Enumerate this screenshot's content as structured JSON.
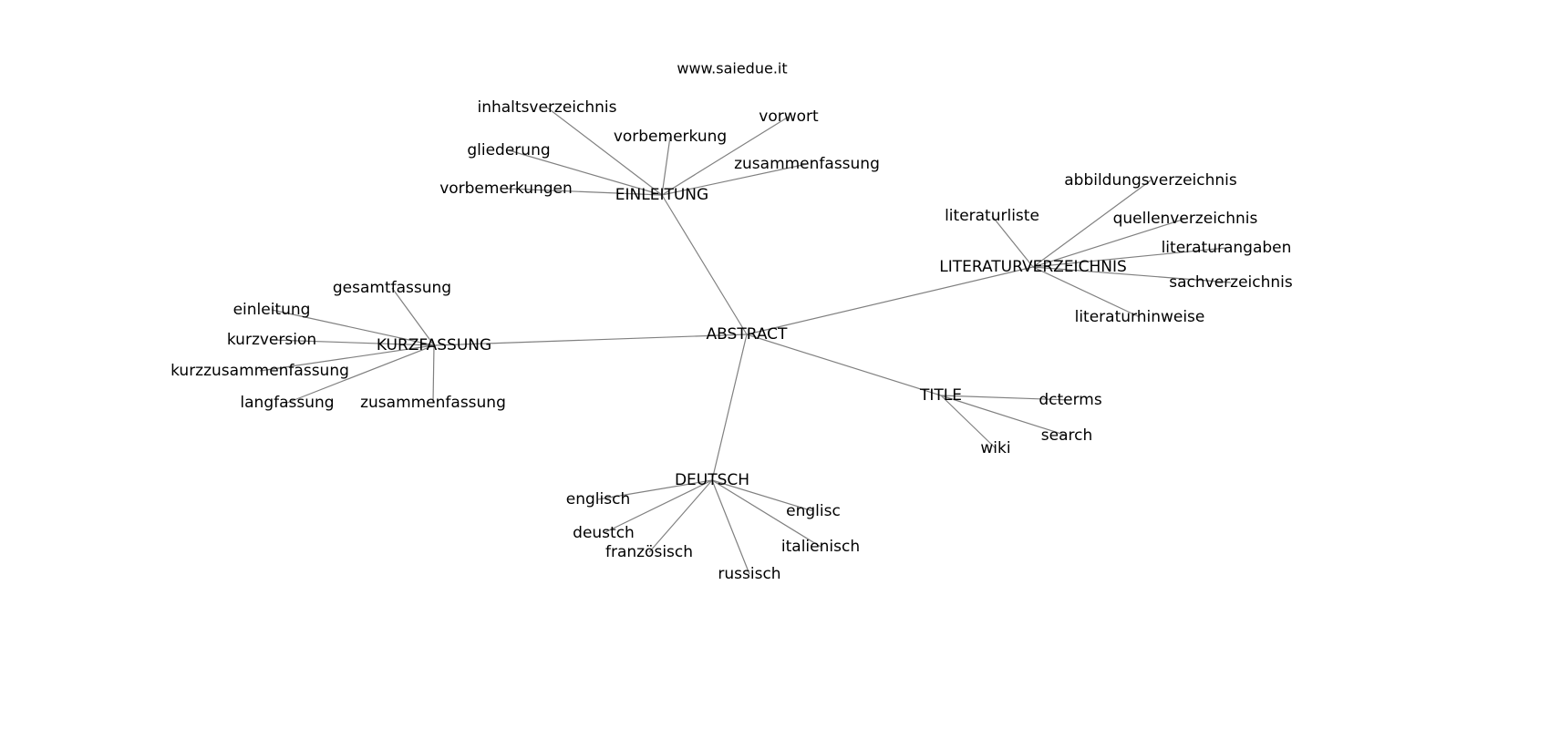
{
  "title": "www.saiedue.it",
  "graph": {
    "root": "ABSTRACT",
    "edge_color": "#808080",
    "groups": [
      {
        "hub": "EINLEITUNG",
        "children": [
          "inhaltsverzeichnis",
          "vorbemerkung",
          "vorwort",
          "gliederung",
          "zusammenfassung",
          "vorbemerkungen"
        ]
      },
      {
        "hub": "LITERATURVERZEICHNIS",
        "children": [
          "abbildungsverzeichnis",
          "literaturliste",
          "quellenverzeichnis",
          "literaturangaben",
          "sachverzeichnis",
          "literaturhinweise"
        ]
      },
      {
        "hub": "KURZFASSUNG",
        "children": [
          "gesamtfassung",
          "einleitung",
          "kurzversion",
          "kurzzusammenfassung",
          "langfassung",
          "zusammenfassung"
        ]
      },
      {
        "hub": "DEUTSCH",
        "children": [
          "englisch",
          "englisc",
          "deustch",
          "französisch",
          "russisch",
          "italienisch"
        ]
      },
      {
        "hub": "TITLE",
        "children": [
          "dcterms",
          "search",
          "wiki"
        ]
      }
    ]
  }
}
